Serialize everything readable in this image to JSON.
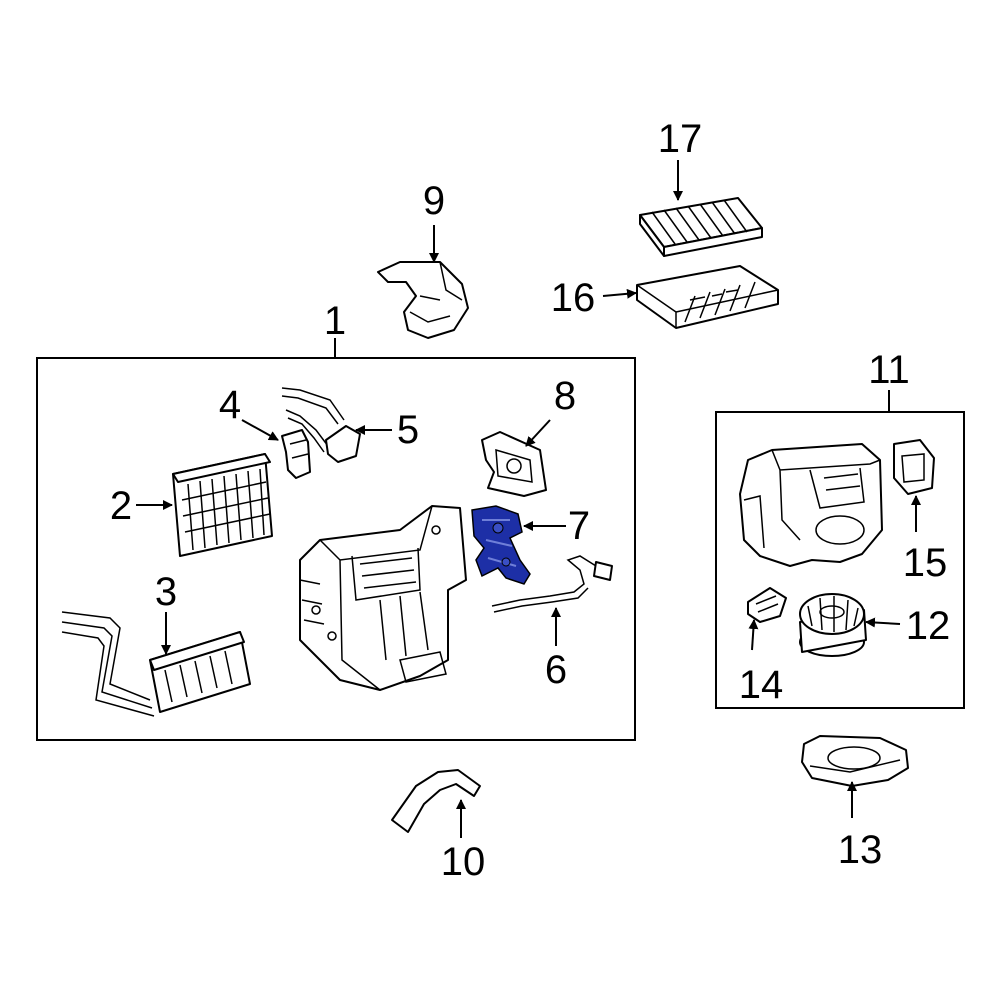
{
  "diagram": {
    "highlight_color": "#1d2fa6",
    "line_color": "#000000",
    "background": "#ffffff",
    "highlighted_part": "7",
    "callouts": [
      {
        "id": "c1",
        "label": "1"
      },
      {
        "id": "c2",
        "label": "2"
      },
      {
        "id": "c3",
        "label": "3"
      },
      {
        "id": "c4",
        "label": "4"
      },
      {
        "id": "c5",
        "label": "5"
      },
      {
        "id": "c6",
        "label": "6"
      },
      {
        "id": "c7",
        "label": "7"
      },
      {
        "id": "c8",
        "label": "8"
      },
      {
        "id": "c9",
        "label": "9"
      },
      {
        "id": "c10",
        "label": "10"
      },
      {
        "id": "c11",
        "label": "11"
      },
      {
        "id": "c12",
        "label": "12"
      },
      {
        "id": "c13",
        "label": "13"
      },
      {
        "id": "c14",
        "label": "14"
      },
      {
        "id": "c15",
        "label": "15"
      },
      {
        "id": "c16",
        "label": "16"
      },
      {
        "id": "c17",
        "label": "17"
      }
    ]
  }
}
